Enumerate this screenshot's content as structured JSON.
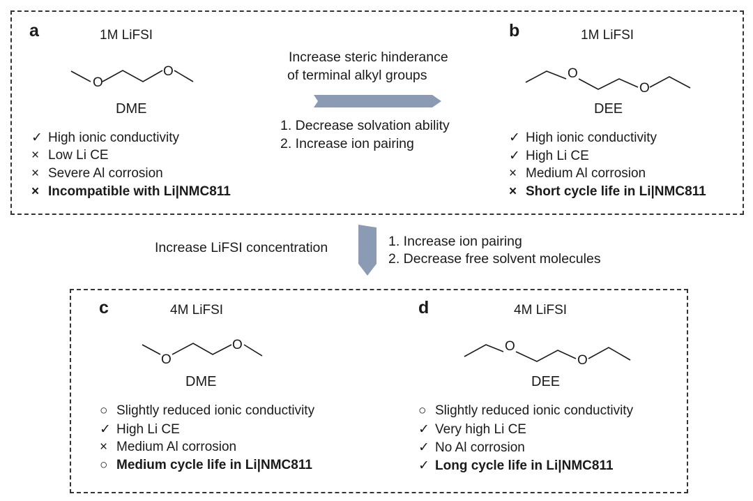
{
  "colors": {
    "arrow": "#8a9bb3",
    "border": "#333333",
    "text": "#1a1a1a"
  },
  "panel_a": {
    "letter": "a",
    "concentration": "1M LiFSI",
    "molecule": "DME",
    "props": [
      {
        "symbol": "✓",
        "text": "High ionic conductivity",
        "bold": false
      },
      {
        "symbol": "×",
        "text": "Low Li CE",
        "bold": false
      },
      {
        "symbol": "×",
        "text": "Severe Al corrosion",
        "bold": false
      },
      {
        "symbol": "×",
        "text": "Incompatible with Li|NMC811",
        "bold": true
      }
    ]
  },
  "panel_b": {
    "letter": "b",
    "concentration": "1M LiFSI",
    "molecule": "DEE",
    "props": [
      {
        "symbol": "✓",
        "text": "High ionic conductivity",
        "bold": false
      },
      {
        "symbol": "✓",
        "text": "High Li CE",
        "bold": false
      },
      {
        "symbol": "×",
        "text": "Medium Al corrosion",
        "bold": false
      },
      {
        "symbol": "×",
        "text": "Short cycle life in Li|NMC811",
        "bold": true
      }
    ]
  },
  "panel_c": {
    "letter": "c",
    "concentration": "4M LiFSI",
    "molecule": "DME",
    "props": [
      {
        "symbol": "○",
        "text": "Slightly reduced ionic conductivity",
        "bold": false
      },
      {
        "symbol": "✓",
        "text": "High Li CE",
        "bold": false
      },
      {
        "symbol": "×",
        "text": "Medium Al corrosion",
        "bold": false
      },
      {
        "symbol": "○",
        "text": "Medium cycle life in Li|NMC811",
        "bold": true
      }
    ]
  },
  "panel_d": {
    "letter": "d",
    "concentration": "4M LiFSI",
    "molecule": "DEE",
    "props": [
      {
        "symbol": "○",
        "text": "Slightly reduced ionic conductivity",
        "bold": false
      },
      {
        "symbol": "✓",
        "text": "Very high Li CE",
        "bold": false
      },
      {
        "symbol": "✓",
        "text": "No Al corrosion",
        "bold": false
      },
      {
        "symbol": "✓",
        "text": "Long cycle life in Li|NMC811",
        "bold": true
      }
    ]
  },
  "middle_top": {
    "title_line1": "Increase steric hinderance",
    "title_line2": "of terminal alkyl groups",
    "effects": [
      "1.   Decrease solvation ability",
      "2.   Increase ion pairing"
    ]
  },
  "middle_bottom": {
    "label": "Increase LiFSI concentration",
    "effects": [
      "1.   Increase ion pairing",
      "2.   Decrease free solvent molecules"
    ]
  },
  "atoms": {
    "oxygen": "O"
  }
}
